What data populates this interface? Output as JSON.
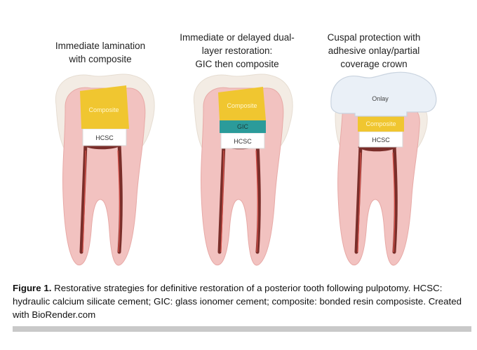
{
  "panels": [
    {
      "title_lines": [
        "Immediate lamination",
        "with composite"
      ],
      "layers": [
        "Composite",
        "HCSC"
      ]
    },
    {
      "title_lines": [
        "Immediate or delayed dual-",
        "layer restoration:",
        "GIC then composite"
      ],
      "layers": [
        "Composite",
        "GIC",
        "HCSC"
      ]
    },
    {
      "title_lines": [
        "Cuspal protection with",
        "adhesive onlay/partial",
        "coverage crown"
      ],
      "layers": [
        "Onlay",
        "Composite",
        "HCSC"
      ]
    }
  ],
  "caption": {
    "label": "Figure 1.",
    "text": " Restorative strategies for definitive restoration of a posterior tooth following pulpotomy. HCSC: hydraulic calcium silicate cement; GIC: glass ionomer cement; composite: bonded resin composiste. Created with BioRender.com"
  },
  "colors": {
    "composite": "#f0c630",
    "gic": "#2b9b9a",
    "hcsc": "#ffffff",
    "onlay": "#eaf0f7",
    "enamel": "#f3ece4",
    "dentin": "#f2c2c0",
    "pulp": "#7a2e2a",
    "bar": "#c9c9c9"
  },
  "icons": [
    "tooth-diagram"
  ]
}
